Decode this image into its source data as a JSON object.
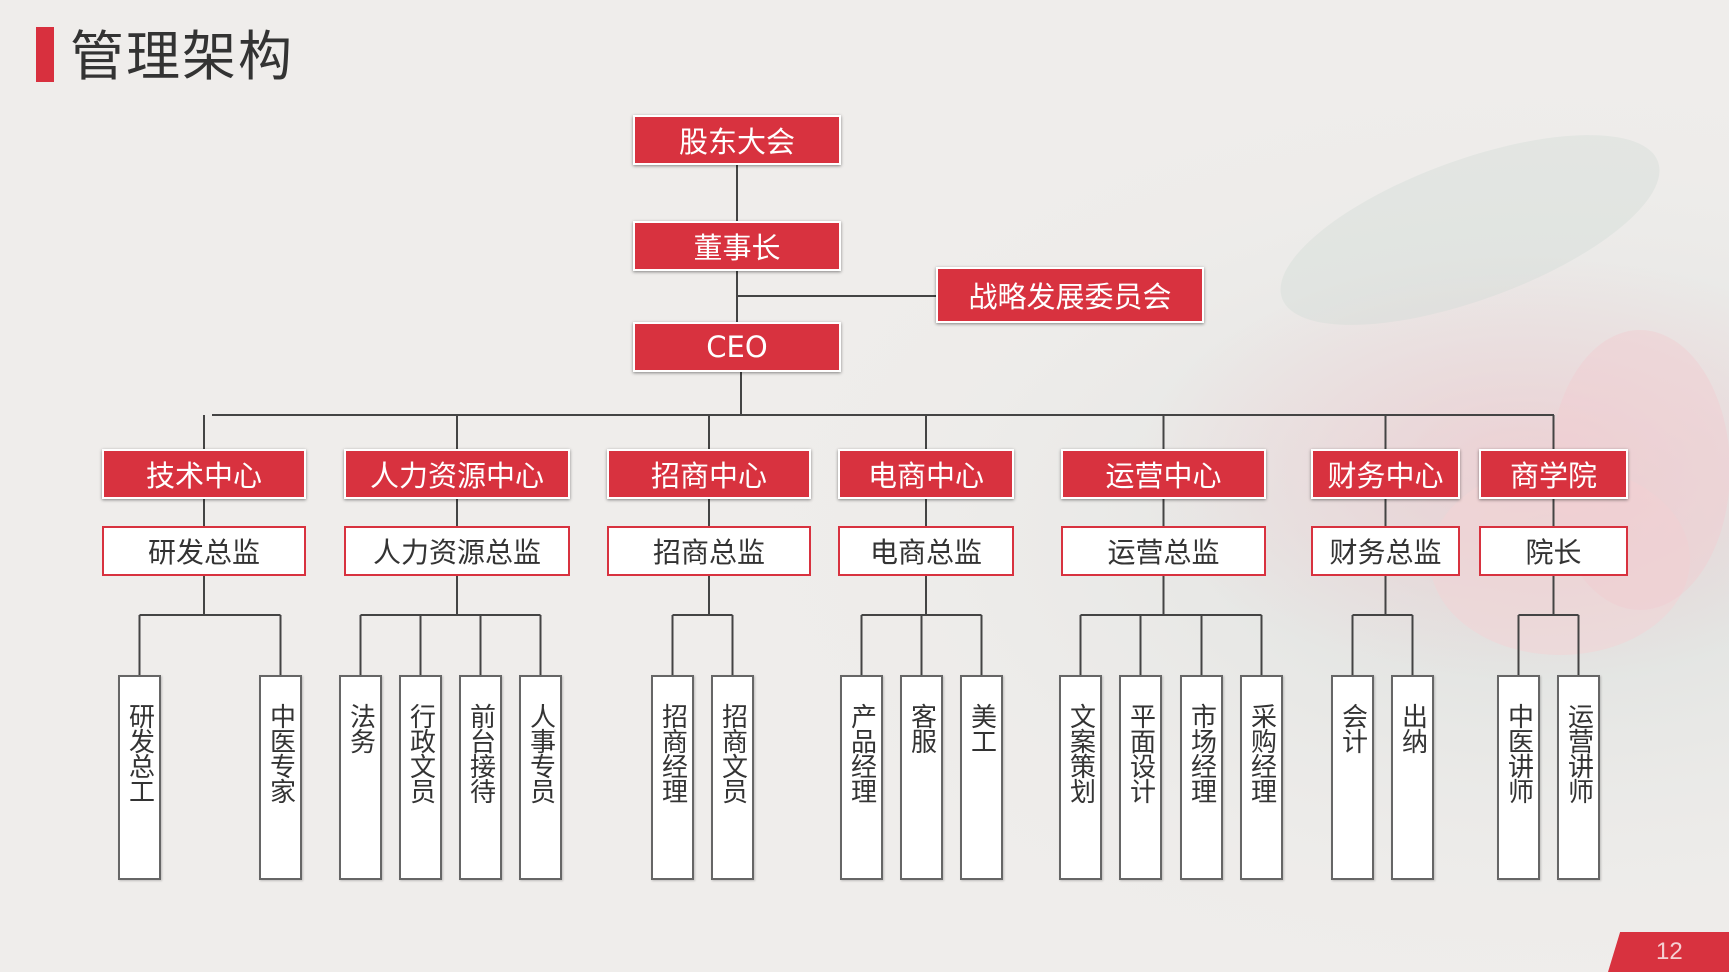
{
  "title": "管理架构",
  "page_number": "12",
  "colors": {
    "accent": "#d8323f",
    "line": "#444444"
  },
  "top": {
    "shareholders": "股东大会",
    "board": "董事长",
    "strategy": "战略发展委员会",
    "ceo": "CEO"
  },
  "centers": [
    {
      "name": "技术中心",
      "head": "研发总监",
      "roles": [
        "研发总工",
        "中医专家"
      ]
    },
    {
      "name": "人力资源中心",
      "head": "人力资源总监",
      "roles": [
        "法务",
        "行政文员",
        "前台接待",
        "人事专员"
      ]
    },
    {
      "name": "招商中心",
      "head": "招商总监",
      "roles": [
        "招商经理",
        "招商文员"
      ]
    },
    {
      "name": "电商中心",
      "head": "电商总监",
      "roles": [
        "产品经理",
        "客服",
        "美工"
      ]
    },
    {
      "name": "运营中心",
      "head": "运营总监",
      "roles": [
        "文案策划",
        "平面设计",
        "市场经理",
        "采购经理"
      ]
    },
    {
      "name": "财务中心",
      "head": "财务总监",
      "roles": [
        "会计",
        "出纳"
      ]
    },
    {
      "name": "商学院",
      "head": "院长",
      "roles": [
        "中医讲师",
        "运营讲师"
      ]
    }
  ]
}
